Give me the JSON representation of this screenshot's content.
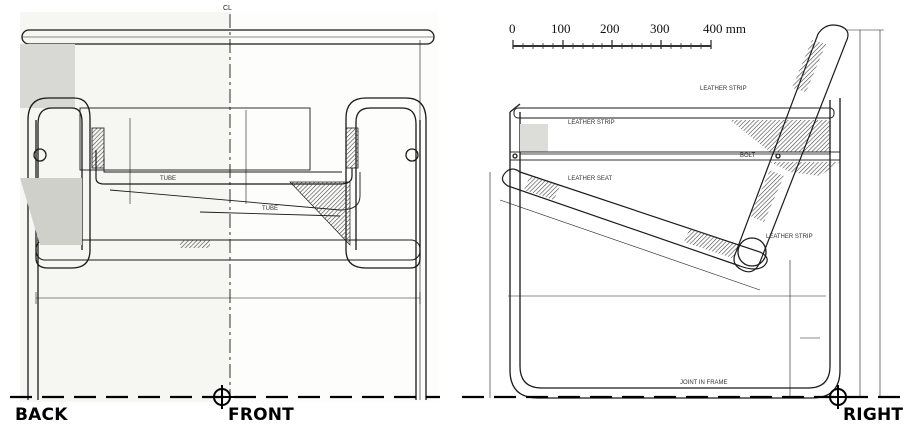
{
  "view_labels": {
    "back": "BACK",
    "front": "FRONT",
    "right": "RIGHT"
  },
  "centerline": "CL",
  "scale_bar": {
    "ticks": [
      "0",
      "100",
      "200",
      "300",
      "400 mm"
    ]
  },
  "annotations": {
    "leather_strip_top": "LEATHER STRIP",
    "leather_strip_back": "LEATHER STRIP",
    "leather_seat": "LEATHER SEAT",
    "leather_strip_arm": "LEATHER STRIP",
    "bolt": "BOLT",
    "joint_in_frame": "JOINT IN FRAME",
    "tube_left": "TUBE",
    "tube_right": "TUBE"
  },
  "colors": {
    "line": "#1a1a1a",
    "paper": "#fbfbf8",
    "hatch": "#555555",
    "ground": "#000000"
  }
}
